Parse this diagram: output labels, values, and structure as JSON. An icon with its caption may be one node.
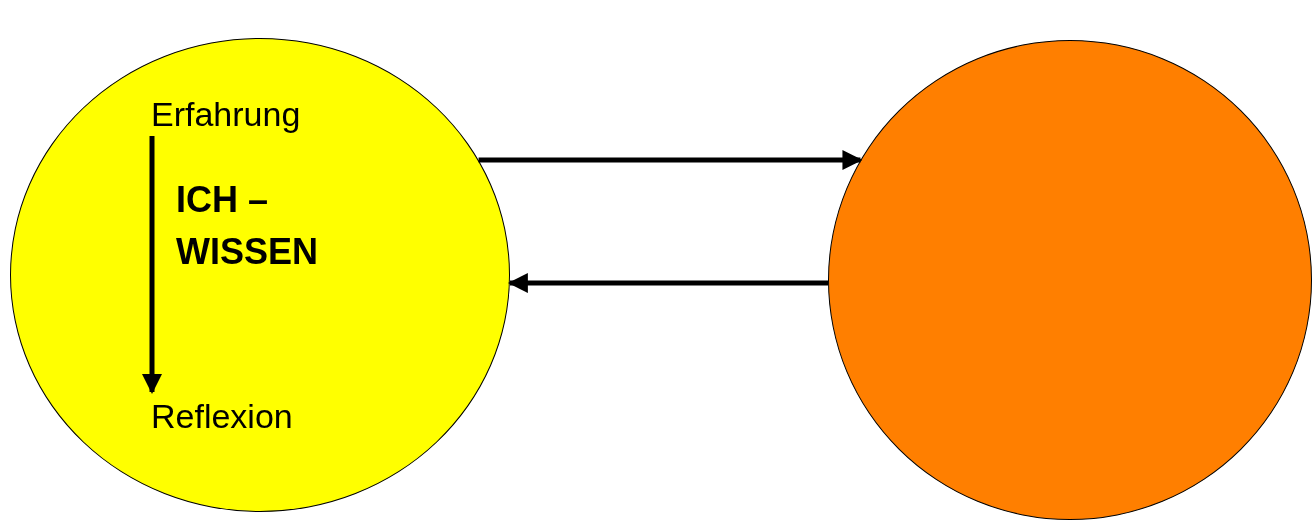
{
  "diagram": {
    "nodes": [
      {
        "text": [
          "ICH – WISSEN"
        ]
      },
      {
        "text": [
          "Erfahrung"
        ],
        "in": 0
      },
      {
        "text": [
          "Reflexion"
        ],
        "in": 0
      },
      {
        "text": [],
        "shape": "circle"
      }
    ],
    "edges": [
      {
        "from": 1,
        "to": 2,
        "arrow": "to"
      },
      {
        "from": 0,
        "to": 3,
        "arrow": "to"
      },
      {
        "from": 3,
        "to": 0,
        "arrow": "to"
      }
    ]
  }
}
